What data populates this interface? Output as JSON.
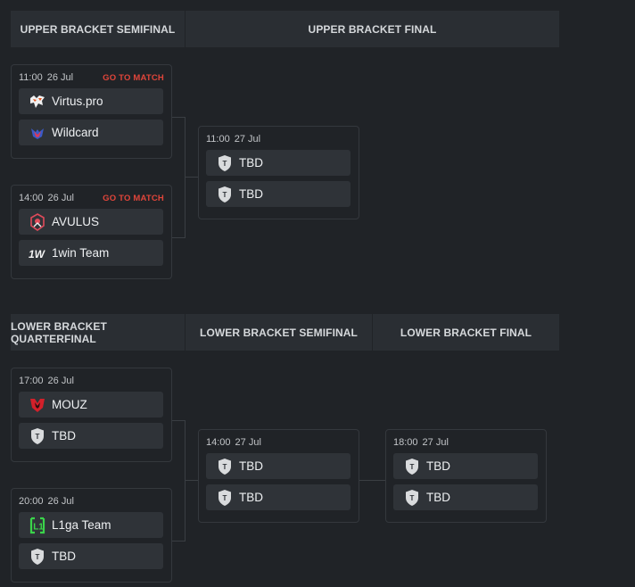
{
  "sections": {
    "upper": {
      "headers": [
        "UPPER BRACKET SEMIFINAL",
        "UPPER BRACKET FINAL"
      ]
    },
    "lower": {
      "headers": [
        "LOWER BRACKET QUARTERFINAL",
        "LOWER BRACKET SEMIFINAL",
        "LOWER BRACKET FINAL"
      ]
    }
  },
  "matches": [
    {
      "time": "11:00",
      "date": "26 Jul",
      "link": "GO TO MATCH",
      "teams": [
        {
          "name": "Virtus.pro",
          "logo": "virtuspro-bear-icon"
        },
        {
          "name": "Wildcard",
          "logo": "wildcard-icon"
        }
      ]
    },
    {
      "time": "14:00",
      "date": "26 Jul",
      "link": "GO TO MATCH",
      "teams": [
        {
          "name": "AVULUS",
          "logo": "avulus-icon"
        },
        {
          "name": "1win Team",
          "logo": "1win-icon"
        }
      ]
    },
    {
      "time": "11:00",
      "date": "27 Jul",
      "teams": [
        {
          "name": "TBD",
          "logo": "tbd-shield-icon"
        },
        {
          "name": "TBD",
          "logo": "tbd-shield-icon"
        }
      ]
    },
    {
      "time": "17:00",
      "date": "26 Jul",
      "teams": [
        {
          "name": "MOUZ",
          "logo": "mouz-icon"
        },
        {
          "name": "TBD",
          "logo": "tbd-shield-icon"
        }
      ]
    },
    {
      "time": "20:00",
      "date": "26 Jul",
      "teams": [
        {
          "name": "L1ga Team",
          "logo": "l1ga-icon"
        },
        {
          "name": "TBD",
          "logo": "tbd-shield-icon"
        }
      ]
    },
    {
      "time": "14:00",
      "date": "27 Jul",
      "teams": [
        {
          "name": "TBD",
          "logo": "tbd-shield-icon"
        },
        {
          "name": "TBD",
          "logo": "tbd-shield-icon"
        }
      ]
    },
    {
      "time": "18:00",
      "date": "27 Jul",
      "teams": [
        {
          "name": "TBD",
          "logo": "tbd-shield-icon"
        },
        {
          "name": "TBD",
          "logo": "tbd-shield-icon"
        }
      ]
    }
  ],
  "colors": {
    "background": "#202327",
    "header": "#2a2e33",
    "slot": "#2f3338",
    "accent_link": "#e0453a"
  }
}
